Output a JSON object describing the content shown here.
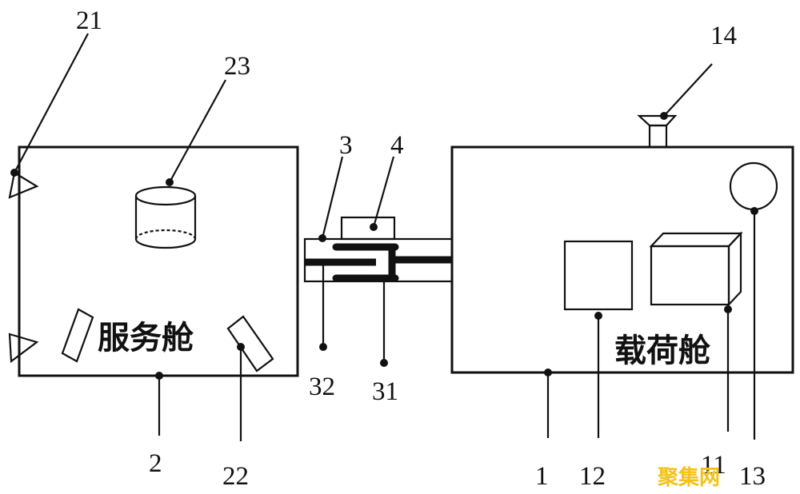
{
  "cabins": {
    "service": "服务舱",
    "payload": "载荷舱"
  },
  "labels": {
    "l1": "1",
    "l2": "2",
    "l3": "3",
    "l4": "4",
    "l11": "11",
    "l12": "12",
    "l13": "13",
    "l14": "14",
    "l21": "21",
    "l22": "22",
    "l23": "23",
    "l31": "31",
    "l32": "32"
  },
  "watermark": "聚集网"
}
